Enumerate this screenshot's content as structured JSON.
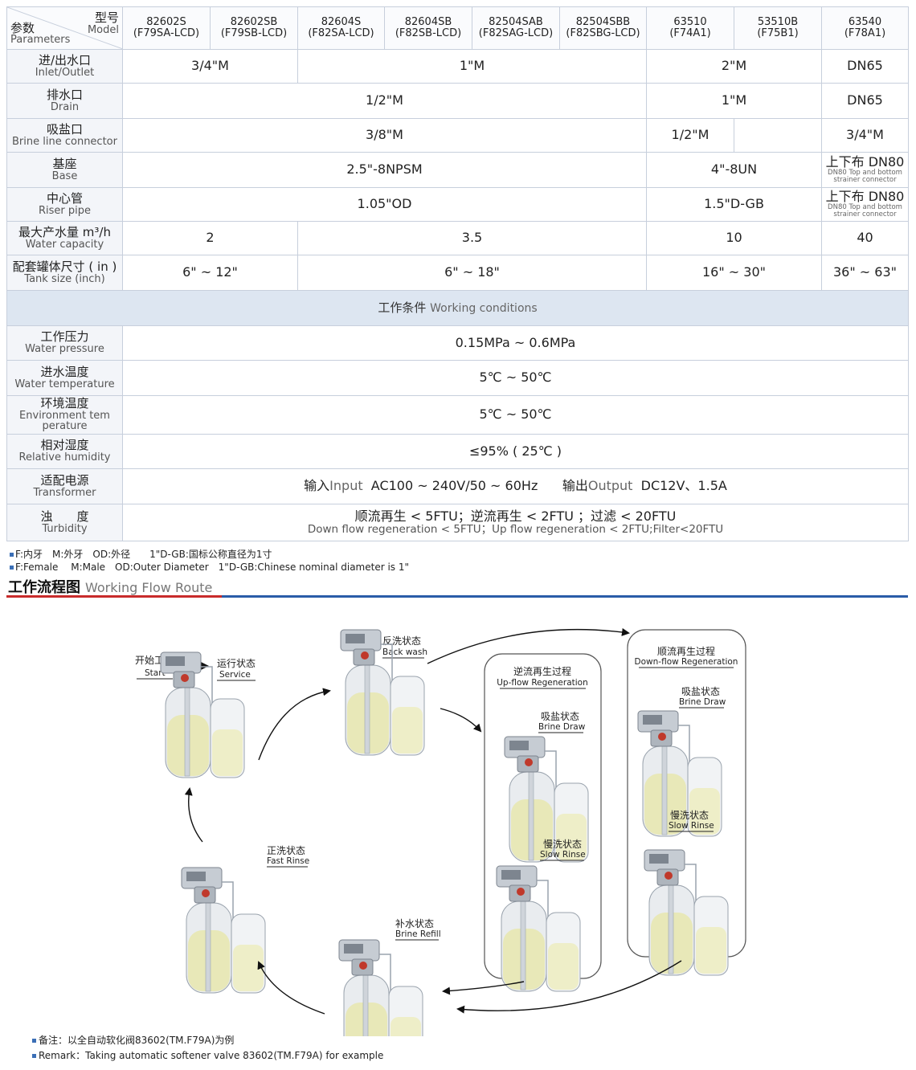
{
  "header": {
    "param_cn": "参数",
    "param_en": "Parameters",
    "model_cn": "型号",
    "model_en": "Model",
    "models": [
      {
        "top": "82602S",
        "bottom": "(F79SA-LCD)"
      },
      {
        "top": "82602SB",
        "bottom": "(F79SB-LCD)"
      },
      {
        "top": "82604S",
        "bottom": "(F82SA-LCD)"
      },
      {
        "top": "82604SB",
        "bottom": "(F82SB-LCD)"
      },
      {
        "top": "82504SAB",
        "bottom": "(F82SAG-LCD)"
      },
      {
        "top": "82504SBB",
        "bottom": "(F82SBG-LCD)"
      },
      {
        "top": "63510",
        "bottom": "(F74A1)"
      },
      {
        "top": "53510B",
        "bottom": "(F75B1)"
      },
      {
        "top": "63540",
        "bottom": "(F78A1)"
      }
    ]
  },
  "rows": {
    "inlet": {
      "cn": "进/出水口",
      "en": "Inlet/Outlet",
      "v1": "3/4\"M",
      "v2": "1\"M",
      "v3": "2\"M",
      "v4": "DN65"
    },
    "drain": {
      "cn": "排水口",
      "en": "Drain",
      "v1": "1/2\"M",
      "v2": "1\"M",
      "v3": "DN65"
    },
    "brine": {
      "cn": "吸盐口",
      "en": "Brine line connector",
      "v1": "3/8\"M",
      "v2": "1/2\"M",
      "v3": "",
      "v4": "3/4\"M"
    },
    "base": {
      "cn": "基座",
      "en": "Base",
      "v1": "2.5\"-8NPSM",
      "v2": "4\"-8UN",
      "v3_main": "上下布 DN80",
      "v3_sub1": "DN80 Top and bottom",
      "v3_sub2": "strainer connector"
    },
    "riser": {
      "cn": "中心管",
      "en": "Riser pipe",
      "v1": "1.05\"OD",
      "v2": "1.5\"D-GB",
      "v3_main": "上下布 DN80",
      "v3_sub1": "DN80 Top and bottom",
      "v3_sub2": "strainer connector"
    },
    "capacity": {
      "cn": "最大产水量 m³/h",
      "en": "Water capacity",
      "v1": "2",
      "v2": "3.5",
      "v3": "10",
      "v4": "40"
    },
    "tank": {
      "cn": "配套罐体尺寸 ( in )",
      "en": "Tank size (inch)",
      "v1": "6\" ~ 12\"",
      "v2": "6\" ~ 18\"",
      "v3": "16\" ~ 30\"",
      "v4": "36\" ~ 63\""
    }
  },
  "section": {
    "cn": "工作条件",
    "en": "Working conditions"
  },
  "conditions": {
    "pressure": {
      "cn": "工作压力",
      "en": "Water pressure",
      "value": "0.15MPa ~ 0.6MPa"
    },
    "water_temp": {
      "cn": "进水温度",
      "en": "Water temperature",
      "value": "5℃ ~ 50℃"
    },
    "env_temp": {
      "cn": "环境温度",
      "en1": "Environment tem",
      "en2": "perature",
      "value": "5℃ ~ 50℃"
    },
    "humidity": {
      "cn": "相对湿度",
      "en": "Relative humidity",
      "value": "≤95% ( 25℃ )"
    },
    "transformer": {
      "cn": "适配电源",
      "en": "Transformer",
      "in_cn": "输入",
      "in_en": "Input",
      "in_val": "AC100 ~ 240V/50 ~ 60Hz",
      "out_cn": "输出",
      "out_en": "Output",
      "out_val": "DC12V、1.5A"
    },
    "turbidity": {
      "cn": "浊　　度",
      "en": "Turbidity",
      "line1": "顺流再生 < 5FTU；逆流再生 < 2FTU ；过滤 < 20FTU",
      "line2": "Down flow regeneration < 5FTU；Up flow regeneration < 2FTU;Filter<20FTU"
    }
  },
  "notes": {
    "line1": "F:内牙　M:外牙　OD:外径　　1\"D-GB:国标公称直径为1寸",
    "line2": "F:Female　 M:Male　OD:Outer Diameter　1\"D-GB:Chinese nominal diameter is 1\""
  },
  "flow_title": {
    "cn": "工作流程图",
    "en": "Working Flow Route"
  },
  "flow": {
    "start_cn": "开始工作",
    "start_en": "Start",
    "service_cn": "运行状态",
    "service_en": "Service",
    "backwash_cn": "反洗状态",
    "backwash_en": "Back wash",
    "upflow_cn": "逆流再生过程",
    "upflow_en": "Up-flow Regeneration",
    "downflow_cn": "顺流再生过程",
    "downflow_en": "Down-flow Regeneration",
    "brine_draw_cn": "吸盐状态",
    "brine_draw_en": "Brine Draw",
    "slow_rinse_cn": "慢洗状态",
    "slow_rinse_en": "Slow Rinse",
    "brine_refill_cn": "补水状态",
    "brine_refill_en": "Brine Refill",
    "fast_rinse_cn": "正洗状态",
    "fast_rinse_en": "Fast Rinse"
  },
  "remark": {
    "line1": "备注：以全自动软化阀83602(TM.F79A)为例",
    "line2": "Remark：Taking automatic softener valve 83602(TM.F79A)  for example"
  },
  "colors": {
    "accent_blue": "#2a5ca8",
    "accent_red": "#c82b2b",
    "section_bg": "#dde6f1",
    "grid": "#c7cfdc",
    "resin": "#e8e8b8"
  }
}
